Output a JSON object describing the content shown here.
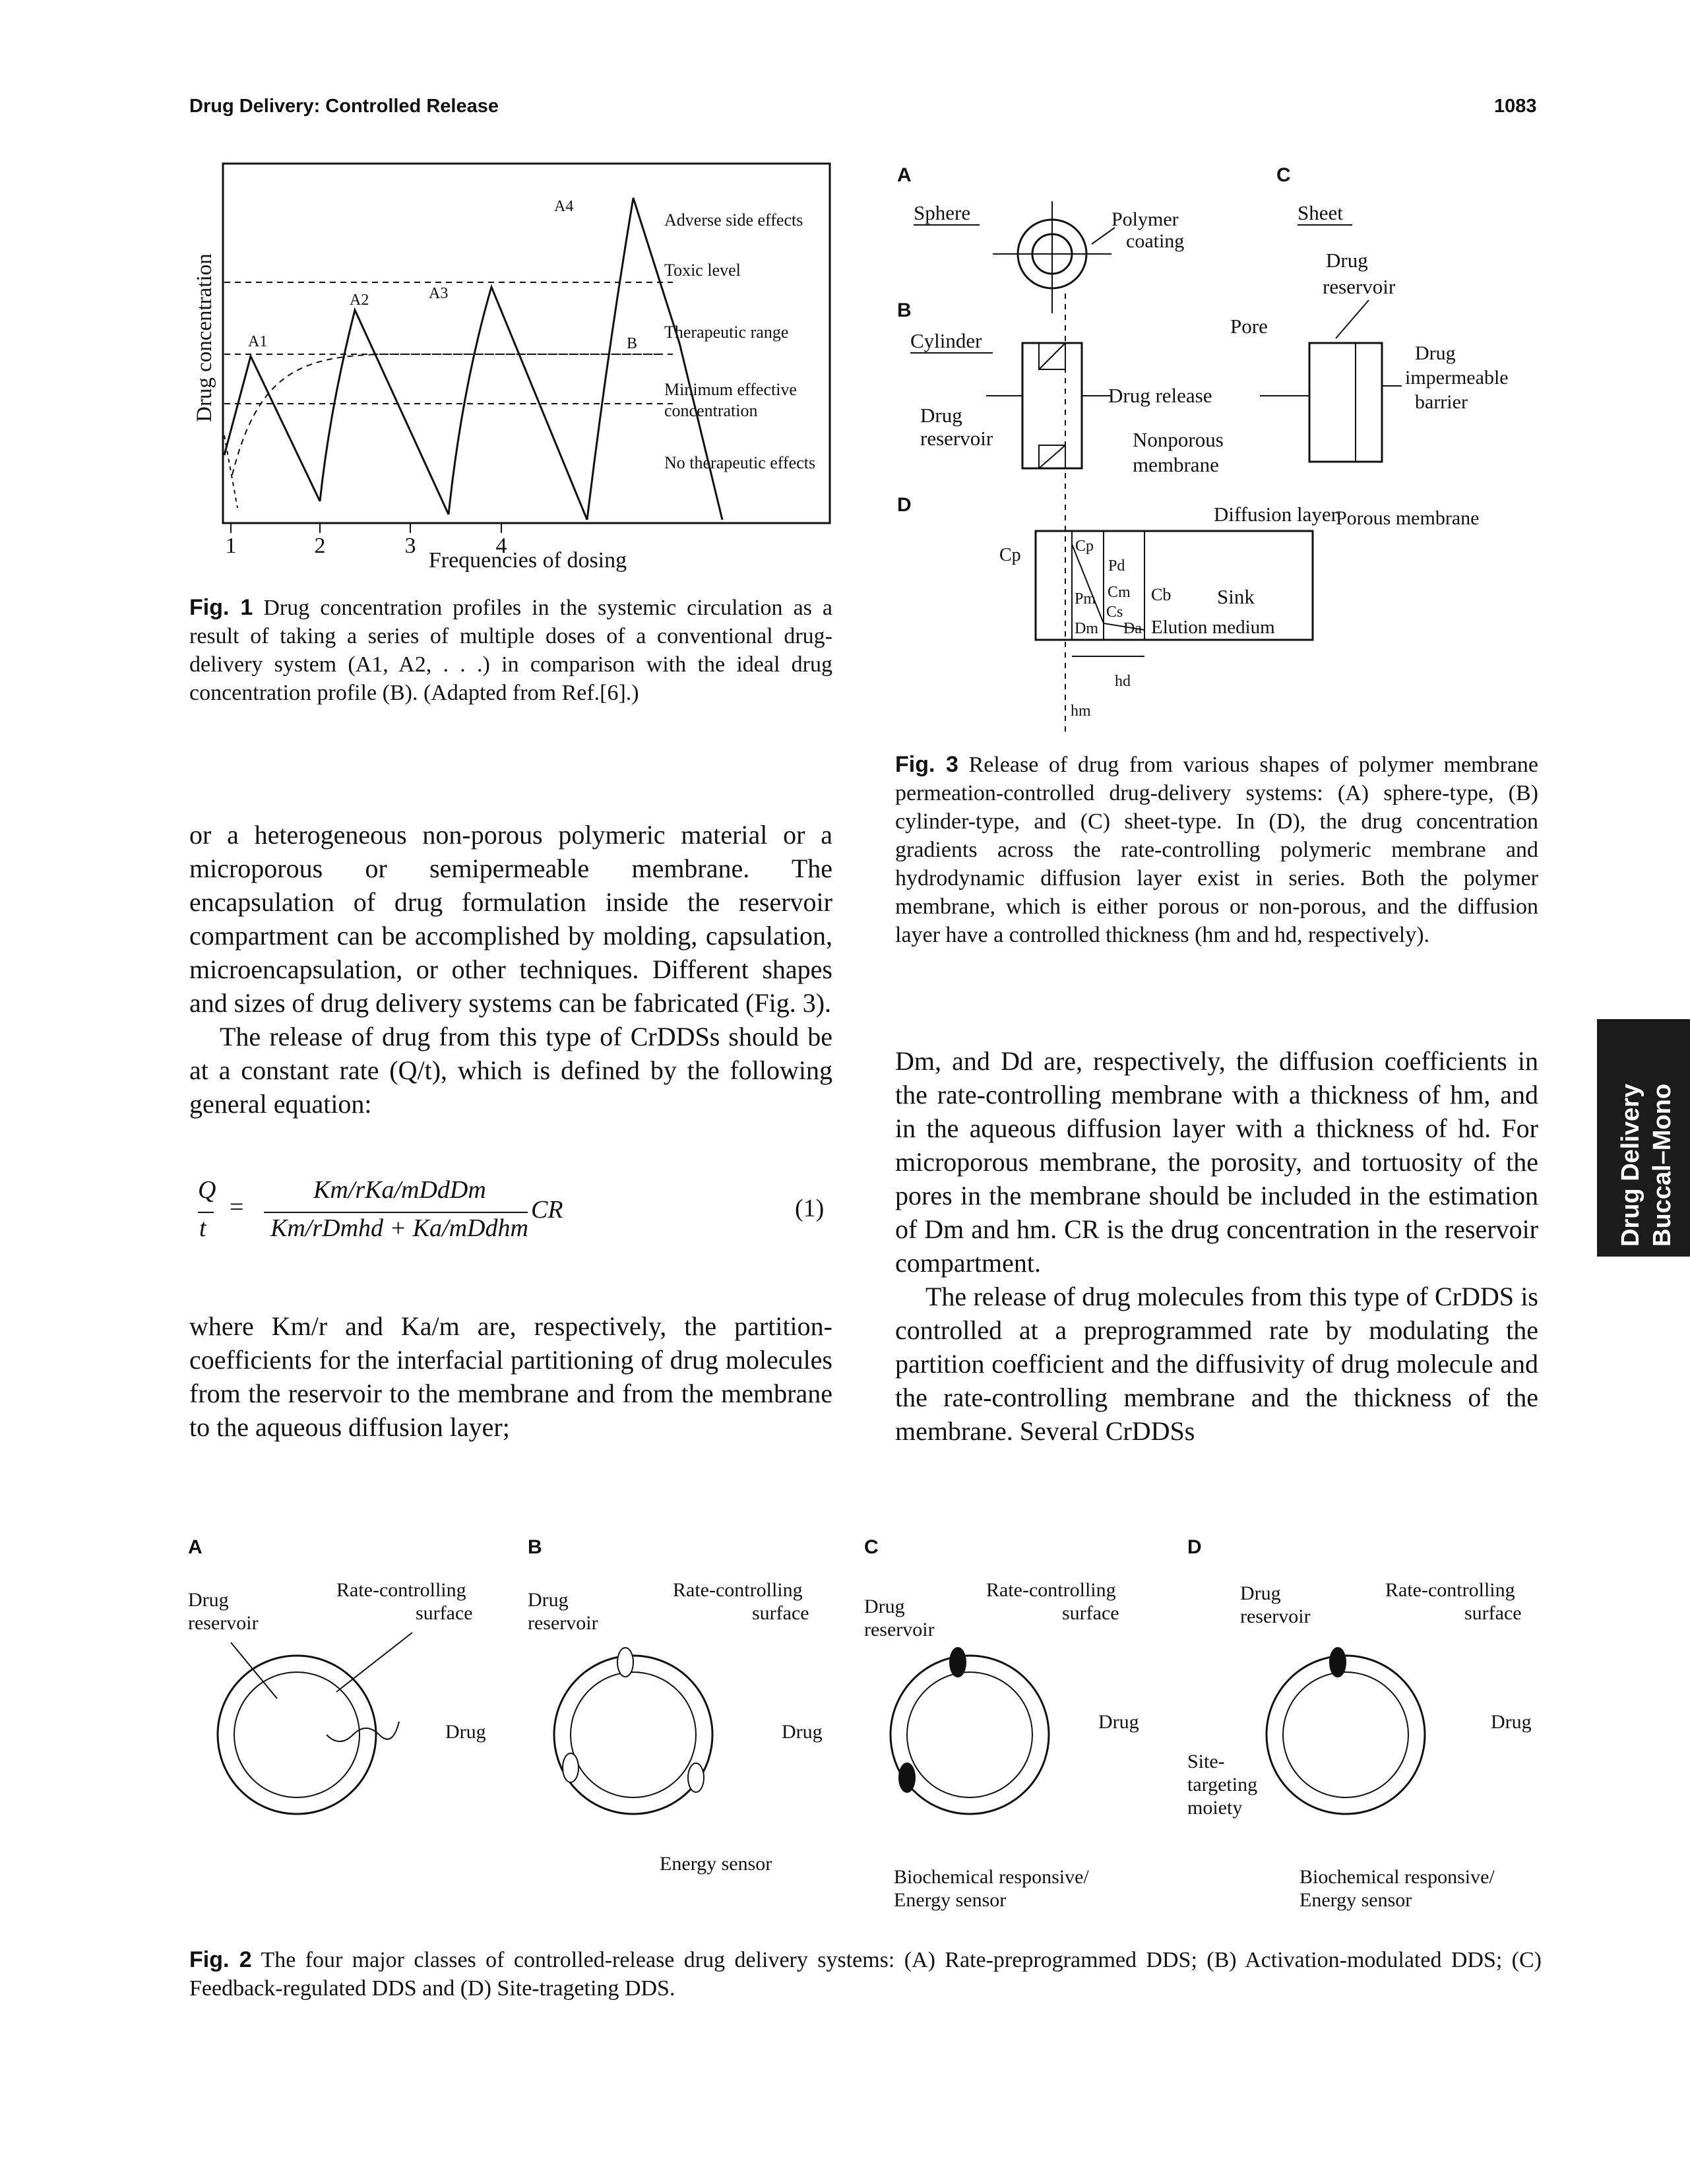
{
  "header": {
    "running_title": "Drug Delivery: Controlled Release",
    "page_number": "1083"
  },
  "side_tab": {
    "line1": "Drug Delivery",
    "line2": "Buccal–Mono"
  },
  "fig1": {
    "y_axis_label": "Drug concentration",
    "x_axis_label": "Frequencies of dosing",
    "x_ticks": [
      "1",
      "2",
      "3",
      "4"
    ],
    "peak_labels": [
      "A1",
      "A2",
      "A3",
      "A4",
      "B"
    ],
    "zones": [
      "Adverse side effects",
      "Toxic level",
      "Therapeutic range",
      "Minimum effective concentration",
      "No therapeutic effects"
    ],
    "caption_label": "Fig. 1",
    "caption_text": "Drug concentration profiles in the systemic circulation as a result of taking a series of multiple doses of a conventional drug-delivery system (A1, A2, . . .) in comparison with the ideal drug concentration profile (B). (Adapted from Ref.[6].)"
  },
  "fig3": {
    "panel_labels": [
      "A",
      "B",
      "C",
      "D"
    ],
    "labels": {
      "sphere": "Sphere",
      "polymer_coating": "Polymer coating",
      "cylinder": "Cylinder",
      "drug_reservoir": "Drug reservoir",
      "drug_release": "Drug release",
      "nonporous": "Nonporous membrane",
      "sheet": "Sheet",
      "pore": "Pore",
      "impermeable": "Drug impermeable barrier",
      "porous": "Porous membrane",
      "diffusion_layer": "Diffusion layer",
      "sink": "Sink",
      "elution": "Elution medium",
      "cp": "Cp",
      "pd": "Pd",
      "pm": "Pm",
      "cm": "Cm",
      "cs": "Cs",
      "cb": "Cb",
      "dm": "Dm",
      "dd": "Da",
      "hd": "hd",
      "hm": "hm"
    },
    "caption_label": "Fig. 3",
    "caption_text": "Release of drug from various shapes of polymer membrane permeation-controlled drug-delivery systems: (A) sphere-type, (B) cylinder-type, and (C) sheet-type. In (D), the drug concentration gradients across the rate-controlling polymeric membrane and hydrodynamic diffusion layer exist in series. Both the polymer membrane, which is either porous or non-porous, and the diffusion layer have a controlled thickness (hm and hd, respectively)."
  },
  "left_column": {
    "para1": "or a heterogeneous non-porous polymeric material or a microporous or semipermeable membrane. The encapsulation of drug formulation inside the reservoir compartment can be accomplished by molding, capsulation, microencapsulation, or other techniques. Different shapes and sizes of drug delivery systems can be fabricated (Fig. 3).",
    "para2": "The release of drug from this type of CrDDSs should be at a constant rate (Q/t), which is defined by the following general equation:",
    "equation_number": "(1)",
    "para3": "where Km/r and Ka/m are, respectively, the partition-coefficients for the interfacial partitioning of drug molecules from the reservoir to the membrane and from the membrane to the aqueous diffusion layer;"
  },
  "equation": {
    "lhs_num": "Q",
    "lhs_den": "t",
    "equals": "=",
    "numerator": "Km/rKa/mDdDm",
    "denominator": "Km/rDmhd + Ka/mDdhm",
    "factor": "CR"
  },
  "right_column": {
    "para1": "Dm, and Dd are, respectively, the diffusion coefficients in the rate-controlling membrane with a thickness of hm, and in the aqueous diffusion layer with a thickness of hd. For microporous membrane, the porosity, and tortuosity of the pores in the membrane should be included in the estimation of Dm and hm. CR is the drug concentration in the reservoir compartment.",
    "para2": "The release of drug molecules from this type of CrDDS is controlled at a preprogrammed rate by modulating the partition coefficient and the diffusivity of drug molecule and the rate-controlling membrane and the thickness of the membrane. Several CrDDSs"
  },
  "fig2": {
    "panels": [
      {
        "letter": "A",
        "reservoir": "Drug reservoir",
        "surface": "Rate-controlling surface",
        "drug": "Drug"
      },
      {
        "letter": "B",
        "reservoir": "Drug reservoir",
        "surface": "Rate-controlling surface",
        "drug": "Drug",
        "sensor": "Energy sensor"
      },
      {
        "letter": "C",
        "reservoir": "Drug reservoir",
        "surface": "Rate-controlling surface",
        "drug": "Drug",
        "sensor": "Biochemical responsive/ Energy sensor"
      },
      {
        "letter": "D",
        "reservoir": "Drug reservoir",
        "surface": "Rate-controlling surface",
        "drug": "Drug",
        "site": "Site-targeting moiety",
        "sensor": "Biochemical responsive/ Energy sensor"
      }
    ],
    "caption_label": "Fig. 2",
    "caption_text": "The four major classes of controlled-release drug delivery systems: (A) Rate-preprogrammed DDS; (B) Activation-modulated DDS; (C) Feedback-regulated DDS and (D) Site-trageting DDS."
  }
}
